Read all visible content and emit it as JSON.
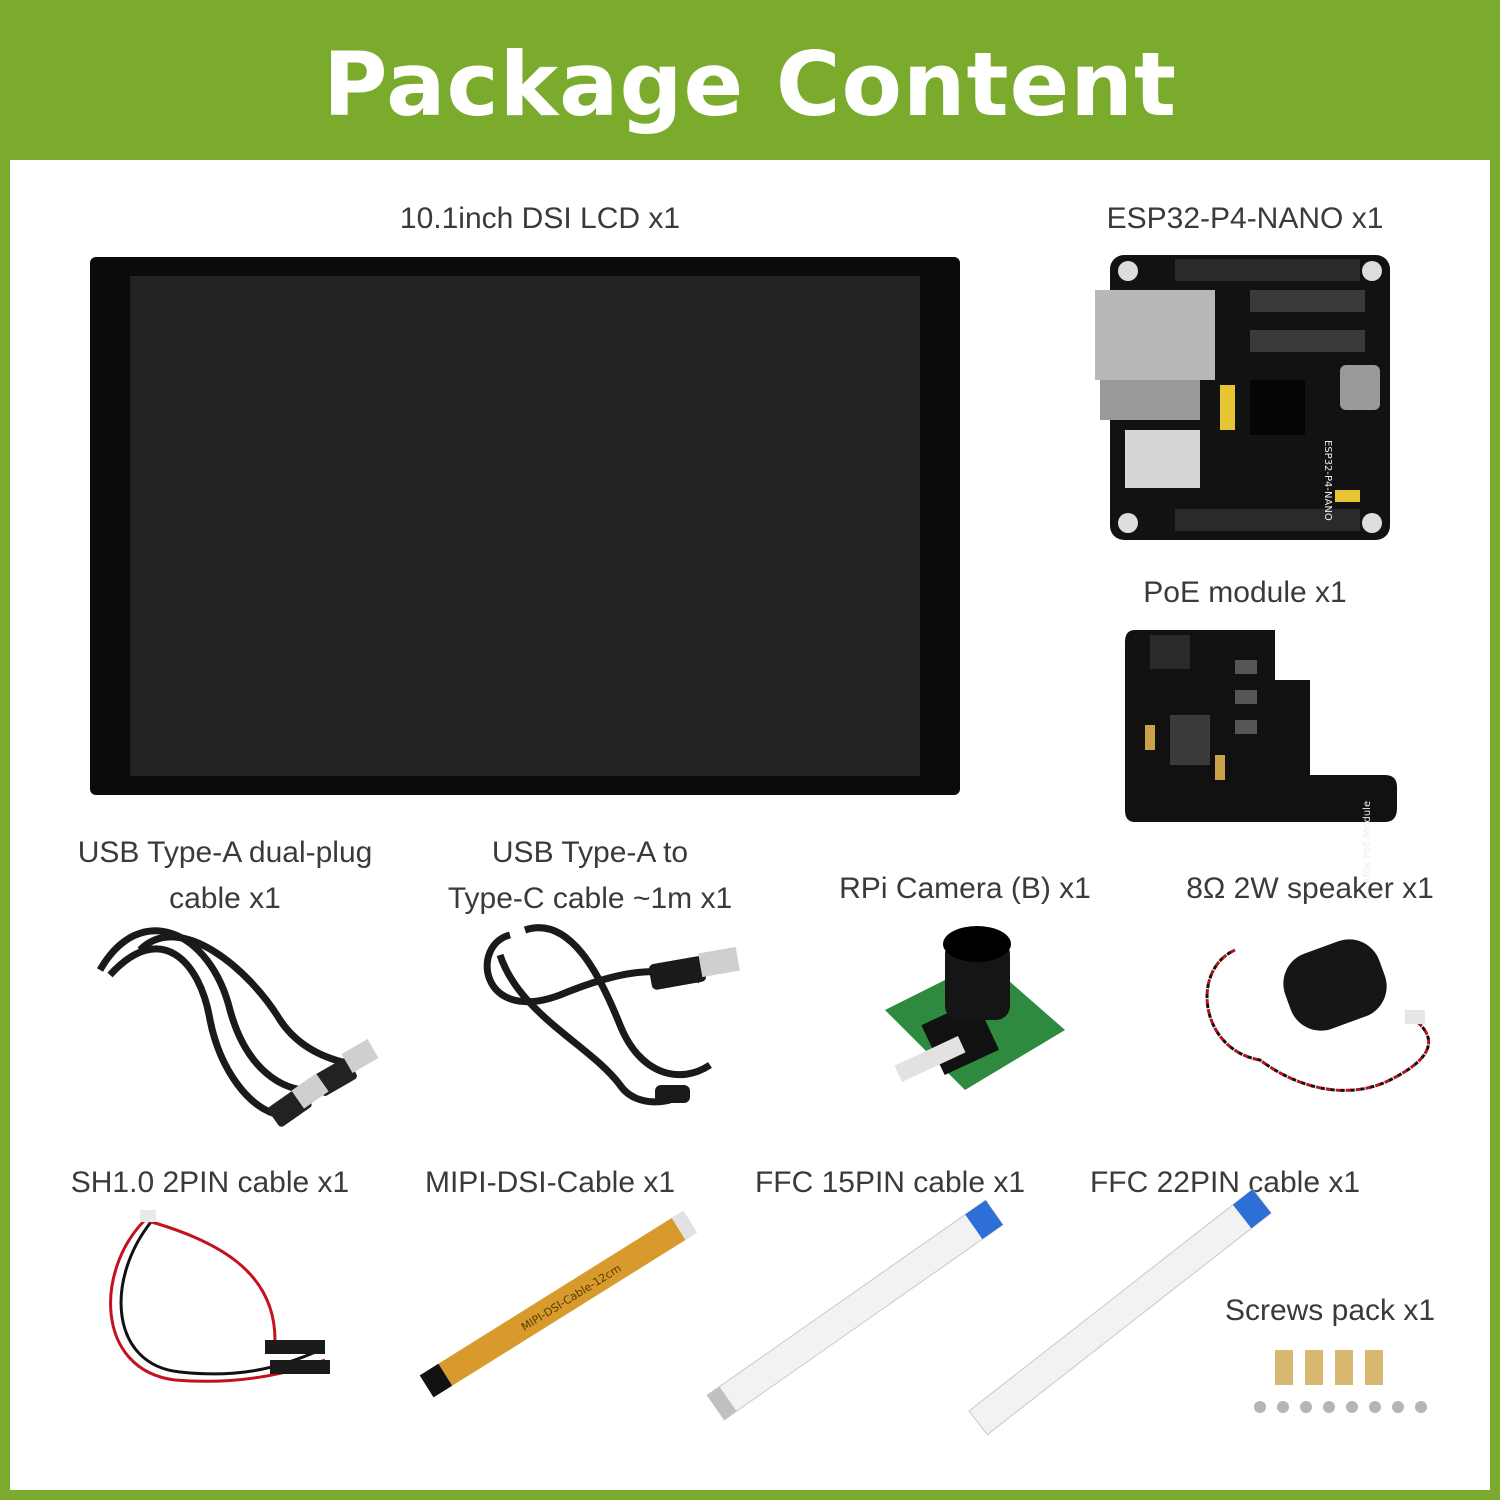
{
  "title": "Package Content",
  "items": {
    "lcd": "10.1inch DSI LCD x1",
    "esp32": "ESP32-P4-NANO x1",
    "poe": "PoE module x1",
    "usb_dual_line1": "USB Type-A dual-plug",
    "usb_dual_line2": "cable x1",
    "usb_c_line1": "USB Type-A to",
    "usb_c_line2": "Type-C cable ~1m x1",
    "camera": "RPi Camera (B) x1",
    "speaker": "8Ω 2W speaker x1",
    "sh10": "SH1.0 2PIN cable x1",
    "mipi": "MIPI-DSI-Cable x1",
    "ffc15": "FFC 15PIN cable x1",
    "ffc22": "FFC 22PIN cable x1",
    "screws": "Screws pack x1"
  },
  "board_silkscreen": {
    "esp32_board_text": "ESP32-P4-NANO",
    "poe_board_text": "Luckfox PoE Module",
    "mipi_cable_text": "MIPI-DSI-Cable-12cm"
  },
  "colors": {
    "brand_green": "#7aab2d",
    "panel": "#ffffff",
    "label_text": "#3a3a3a"
  }
}
